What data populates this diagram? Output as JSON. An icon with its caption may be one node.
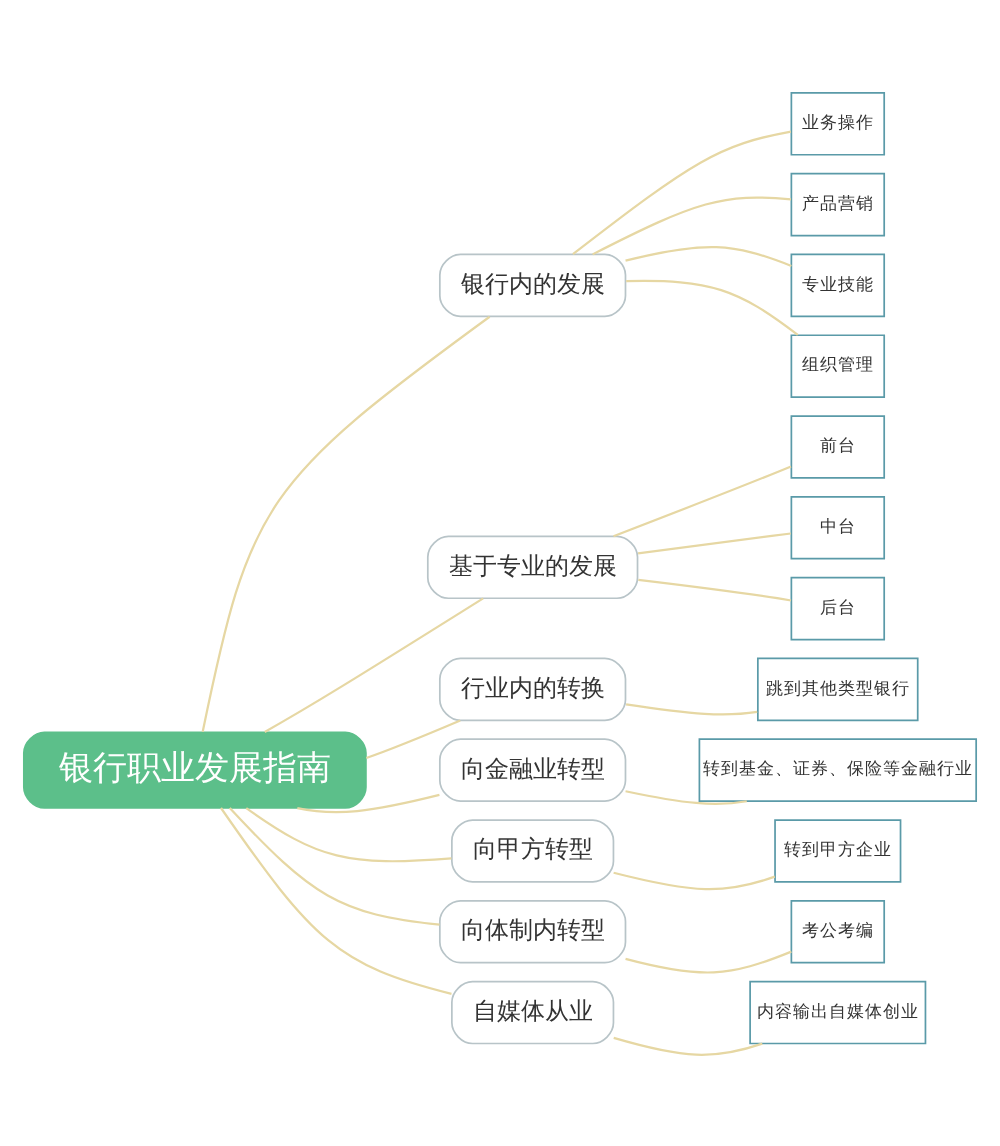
{
  "diagram": {
    "nodes": [
      {
        "text": [
          "银行职业发展指南"
        ]
      },
      {
        "text": [
          "银行内的发展"
        ]
      },
      {
        "text": [
          "业务操作"
        ]
      },
      {
        "text": [
          "产品营销"
        ]
      },
      {
        "text": [
          "专业技能"
        ]
      },
      {
        "text": [
          "组织管理"
        ]
      },
      {
        "text": [
          "基于专业的发展"
        ]
      },
      {
        "text": [
          "前台"
        ]
      },
      {
        "text": [
          "中台"
        ]
      },
      {
        "text": [
          "后台"
        ]
      },
      {
        "text": [
          "行业内的转换"
        ]
      },
      {
        "text": [
          "跳到其他类型银行"
        ]
      },
      {
        "text": [
          "向金融业转型"
        ]
      },
      {
        "text": [
          "转到基金、证券、保险等金融行业"
        ]
      },
      {
        "text": [
          "向甲方转型"
        ]
      },
      {
        "text": [
          "转到甲方企业"
        ]
      },
      {
        "text": [
          "向体制内转型"
        ]
      },
      {
        "text": [
          "考公考编"
        ]
      },
      {
        "text": [
          "自媒体从业"
        ]
      },
      {
        "text": [
          "内容输出自媒体创业"
        ]
      }
    ],
    "edges": [
      {
        "from": 0,
        "to": 1,
        "arrow": "none"
      },
      {
        "from": 1,
        "to": 2,
        "arrow": "none"
      },
      {
        "from": 1,
        "to": 3,
        "arrow": "none"
      },
      {
        "from": 1,
        "to": 4,
        "arrow": "none"
      },
      {
        "from": 1,
        "to": 5,
        "arrow": "none"
      },
      {
        "from": 0,
        "to": 6,
        "arrow": "none"
      },
      {
        "from": 6,
        "to": 7,
        "arrow": "none"
      },
      {
        "from": 6,
        "to": 8,
        "arrow": "none"
      },
      {
        "from": 6,
        "to": 9,
        "arrow": "none"
      },
      {
        "from": 0,
        "to": 10,
        "arrow": "none"
      },
      {
        "from": 10,
        "to": 11,
        "arrow": "none"
      },
      {
        "from": 0,
        "to": 12,
        "arrow": "none"
      },
      {
        "from": 12,
        "to": 13,
        "arrow": "none"
      },
      {
        "from": 0,
        "to": 14,
        "arrow": "none"
      },
      {
        "from": 14,
        "to": 15,
        "arrow": "none"
      },
      {
        "from": 0,
        "to": 16,
        "arrow": "none"
      },
      {
        "from": 16,
        "to": 17,
        "arrow": "none"
      },
      {
        "from": 0,
        "to": 18,
        "arrow": "none"
      },
      {
        "from": 18,
        "to": 19,
        "arrow": "none"
      }
    ]
  }
}
